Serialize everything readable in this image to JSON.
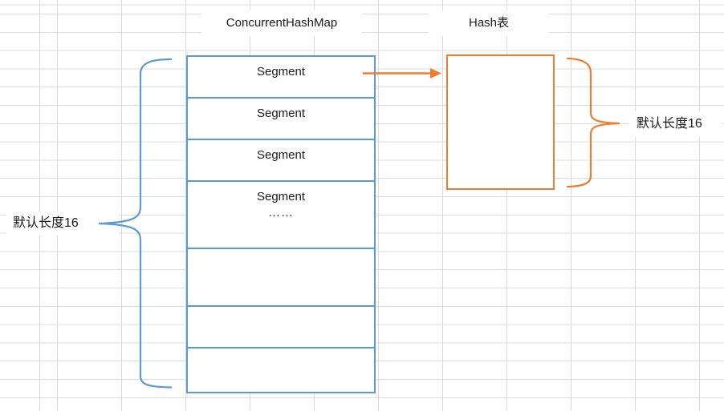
{
  "header": {
    "map_title": "ConcurrentHashMap",
    "hash_table_title": "Hash表"
  },
  "segment_array": {
    "rows": [
      {
        "label": "Segment"
      },
      {
        "label": "Segment"
      },
      {
        "label": "Segment"
      },
      {
        "label": "Segment",
        "ellipsis": "……"
      },
      {
        "label": ""
      },
      {
        "label": ""
      },
      {
        "label": ""
      }
    ],
    "brace_label": "默认长度16"
  },
  "hash_table": {
    "brace_label": "默认长度16"
  },
  "colors": {
    "blue_accent": "#5B9BD5",
    "orange_accent": "#ED7D31",
    "grid_line": "#D9D9D9",
    "text": "#1A1A1A"
  }
}
